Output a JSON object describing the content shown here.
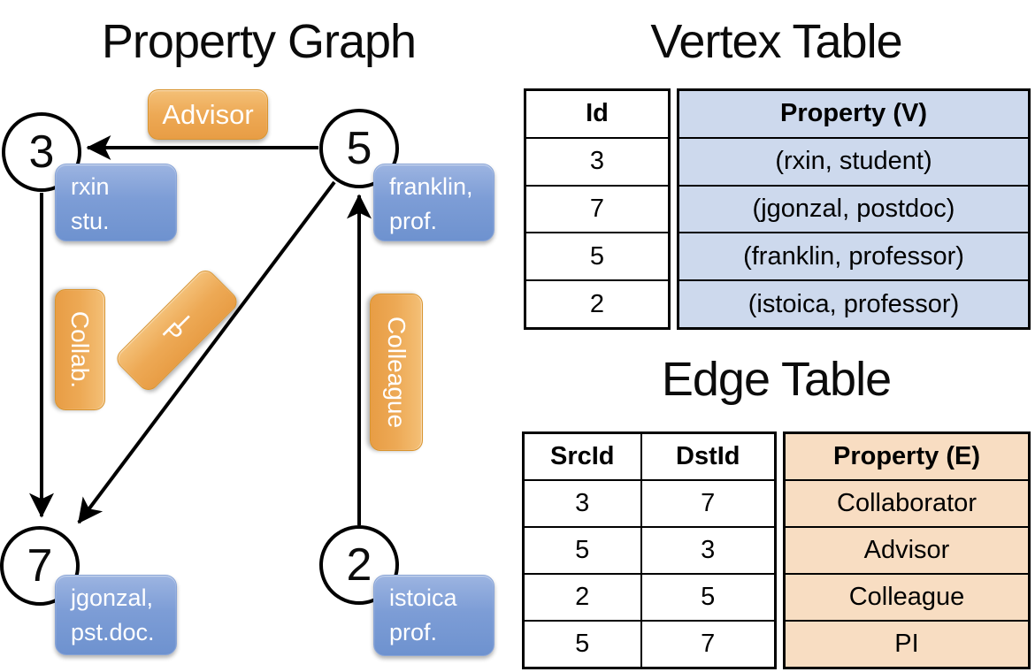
{
  "panels": {
    "graph": {
      "title": "Property Graph",
      "nodes": [
        {
          "id": "3",
          "lines": [
            "rxin",
            "stu."
          ]
        },
        {
          "id": "5",
          "lines": [
            "franklin,",
            "prof."
          ]
        },
        {
          "id": "7",
          "lines": [
            "jgonzal,",
            "pst.doc."
          ]
        },
        {
          "id": "2",
          "lines": [
            "istoica",
            "prof."
          ]
        }
      ],
      "edge_labels": {
        "advisor": "Advisor",
        "collaborator": "Collab.",
        "pi": "PI",
        "colleague": "Colleague"
      }
    },
    "vertex_table": {
      "title": "Vertex Table",
      "columns": [
        "Id",
        "Property (V)"
      ],
      "rows": [
        [
          "3",
          "(rxin, student)"
        ],
        [
          "7",
          "(jgonzal, postdoc)"
        ],
        [
          "5",
          "(franklin, professor)"
        ],
        [
          "2",
          "(istoica, professor)"
        ]
      ]
    },
    "edge_table": {
      "title": "Edge Table",
      "columns": [
        "SrcId",
        "DstId",
        "Property (E)"
      ],
      "rows": [
        [
          "3",
          "7",
          "Collaborator"
        ],
        [
          "5",
          "3",
          "Advisor"
        ],
        [
          "2",
          "5",
          "Colleague"
        ],
        [
          "5",
          "7",
          "PI"
        ]
      ]
    }
  },
  "colors": {
    "vertex_property_fill": "#cdd9ed",
    "edge_property_fill": "#f8ddc2",
    "node_box_blue": "#7d9dd6",
    "edge_label_orange": "#eda955",
    "line_stroke": "#000000"
  }
}
